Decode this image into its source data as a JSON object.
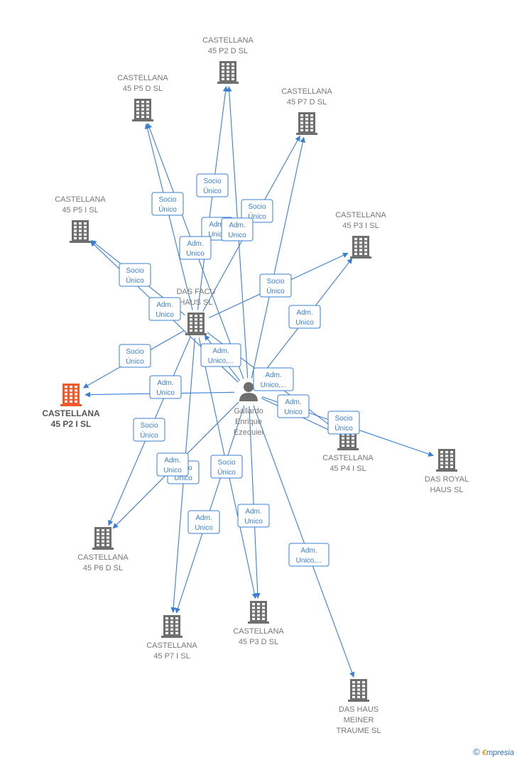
{
  "colors": {
    "edge": "#3a7fd5",
    "building": "#6f6f6f",
    "focus_building": "#f0582a",
    "person": "#6f6f6f"
  },
  "nodes": [
    {
      "id": "p2d",
      "type": "company",
      "lines": [
        "CASTELLANA",
        "45 P2 D  SL"
      ],
      "icon": "building-icon"
    },
    {
      "id": "p5d",
      "type": "company",
      "lines": [
        "CASTELLANA",
        "45 P5 D  SL"
      ],
      "icon": "building-icon"
    },
    {
      "id": "p7d",
      "type": "company",
      "lines": [
        "CASTELLANA",
        "45 P7 D  SL"
      ],
      "icon": "building-icon"
    },
    {
      "id": "p5i",
      "type": "company",
      "lines": [
        "CASTELLANA",
        "45 P5 I  SL"
      ],
      "icon": "building-icon"
    },
    {
      "id": "p3i",
      "type": "company",
      "lines": [
        "CASTELLANA",
        "45 P3 I  SL"
      ],
      "icon": "building-icon"
    },
    {
      "id": "facu",
      "type": "company",
      "lines": [
        "DAS FACU",
        "HAUS  SL"
      ],
      "icon": "building-icon"
    },
    {
      "id": "p2i",
      "type": "company",
      "focus": true,
      "lines": [
        "CASTELLANA",
        "45 P2 I  SL"
      ],
      "icon": "building-icon"
    },
    {
      "id": "person",
      "type": "person",
      "lines": [
        "Gallardo",
        "Enrique",
        "Ezequiel"
      ],
      "icon": "person-icon"
    },
    {
      "id": "p4i",
      "type": "company",
      "lines": [
        "CASTELLANA",
        "45 P4 I  SL"
      ],
      "icon": "building-icon"
    },
    {
      "id": "royal",
      "type": "company",
      "lines": [
        "DAS ROYAL",
        "HAUS  SL"
      ],
      "icon": "building-icon"
    },
    {
      "id": "p6d",
      "type": "company",
      "lines": [
        "CASTELLANA",
        "45 P6 D  SL"
      ],
      "icon": "building-icon"
    },
    {
      "id": "p7i",
      "type": "company",
      "lines": [
        "CASTELLANA",
        "45 P7 I  SL"
      ],
      "icon": "building-icon"
    },
    {
      "id": "p3d",
      "type": "company",
      "lines": [
        "CASTELLANA",
        "45 P3 D  SL"
      ],
      "icon": "building-icon"
    },
    {
      "id": "meiner",
      "type": "company",
      "lines": [
        "DAS HAUS",
        "MEINER",
        "TRAUME  SL"
      ],
      "icon": "building-icon"
    }
  ],
  "edges": [
    {
      "from": "facu",
      "to": "p2d",
      "lines": [
        "Socio",
        "Único"
      ]
    },
    {
      "from": "facu",
      "to": "p5d",
      "lines": [
        "Socio",
        "Único"
      ]
    },
    {
      "from": "facu",
      "to": "p7d",
      "lines": [
        "Socio",
        "Único"
      ]
    },
    {
      "from": "facu",
      "to": "p5i",
      "lines": [
        "Socio",
        "Único"
      ]
    },
    {
      "from": "facu",
      "to": "p3i",
      "lines": [
        "Socio",
        "Único"
      ]
    },
    {
      "from": "facu",
      "to": "p2i",
      "lines": [
        "Socio",
        "Único"
      ]
    },
    {
      "from": "facu",
      "to": "p6d",
      "lines": [
        "Socio",
        "Único"
      ]
    },
    {
      "from": "facu",
      "to": "p7i",
      "lines": [
        "Socio",
        "Único"
      ]
    },
    {
      "from": "facu",
      "to": "p3d",
      "lines": [
        "Socio",
        "Único"
      ]
    },
    {
      "from": "facu",
      "to": "p4i",
      "lines": [
        "Socio",
        "Único"
      ]
    },
    {
      "from": "person",
      "to": "p2d",
      "lines": [
        "Adm.",
        "Unico"
      ]
    },
    {
      "from": "person",
      "to": "p5d",
      "lines": [
        "Adm.",
        "Unico"
      ]
    },
    {
      "from": "person",
      "to": "p7d",
      "lines": [
        "Adm.",
        "Unico"
      ]
    },
    {
      "from": "person",
      "to": "p5i",
      "lines": [
        "Adm.",
        "Unico"
      ]
    },
    {
      "from": "person",
      "to": "p3i",
      "lines": [
        "Adm.",
        "Unico"
      ]
    },
    {
      "from": "person",
      "to": "facu",
      "lines": [
        "Adm.",
        "Unico,..."
      ]
    },
    {
      "from": "person",
      "to": "p2i",
      "lines": [
        "Adm.",
        "Unico"
      ]
    },
    {
      "from": "person",
      "to": "p4i",
      "lines": [
        "Adm.",
        "Unico"
      ]
    },
    {
      "from": "person",
      "to": "royal",
      "lines": [
        "Adm.",
        "Unico,..."
      ]
    },
    {
      "from": "person",
      "to": "p6d",
      "lines": [
        "Adm.",
        "Unico"
      ]
    },
    {
      "from": "person",
      "to": "p7i",
      "lines": [
        "Adm.",
        "Unico"
      ]
    },
    {
      "from": "person",
      "to": "p3d",
      "lines": [
        "Adm.",
        "Unico"
      ]
    },
    {
      "from": "person",
      "to": "meiner",
      "lines": [
        "Adm.",
        "Unico,..."
      ]
    }
  ],
  "footer": {
    "copyright": "©",
    "brand_first": "€",
    "brand_rest": "mpresia"
  }
}
